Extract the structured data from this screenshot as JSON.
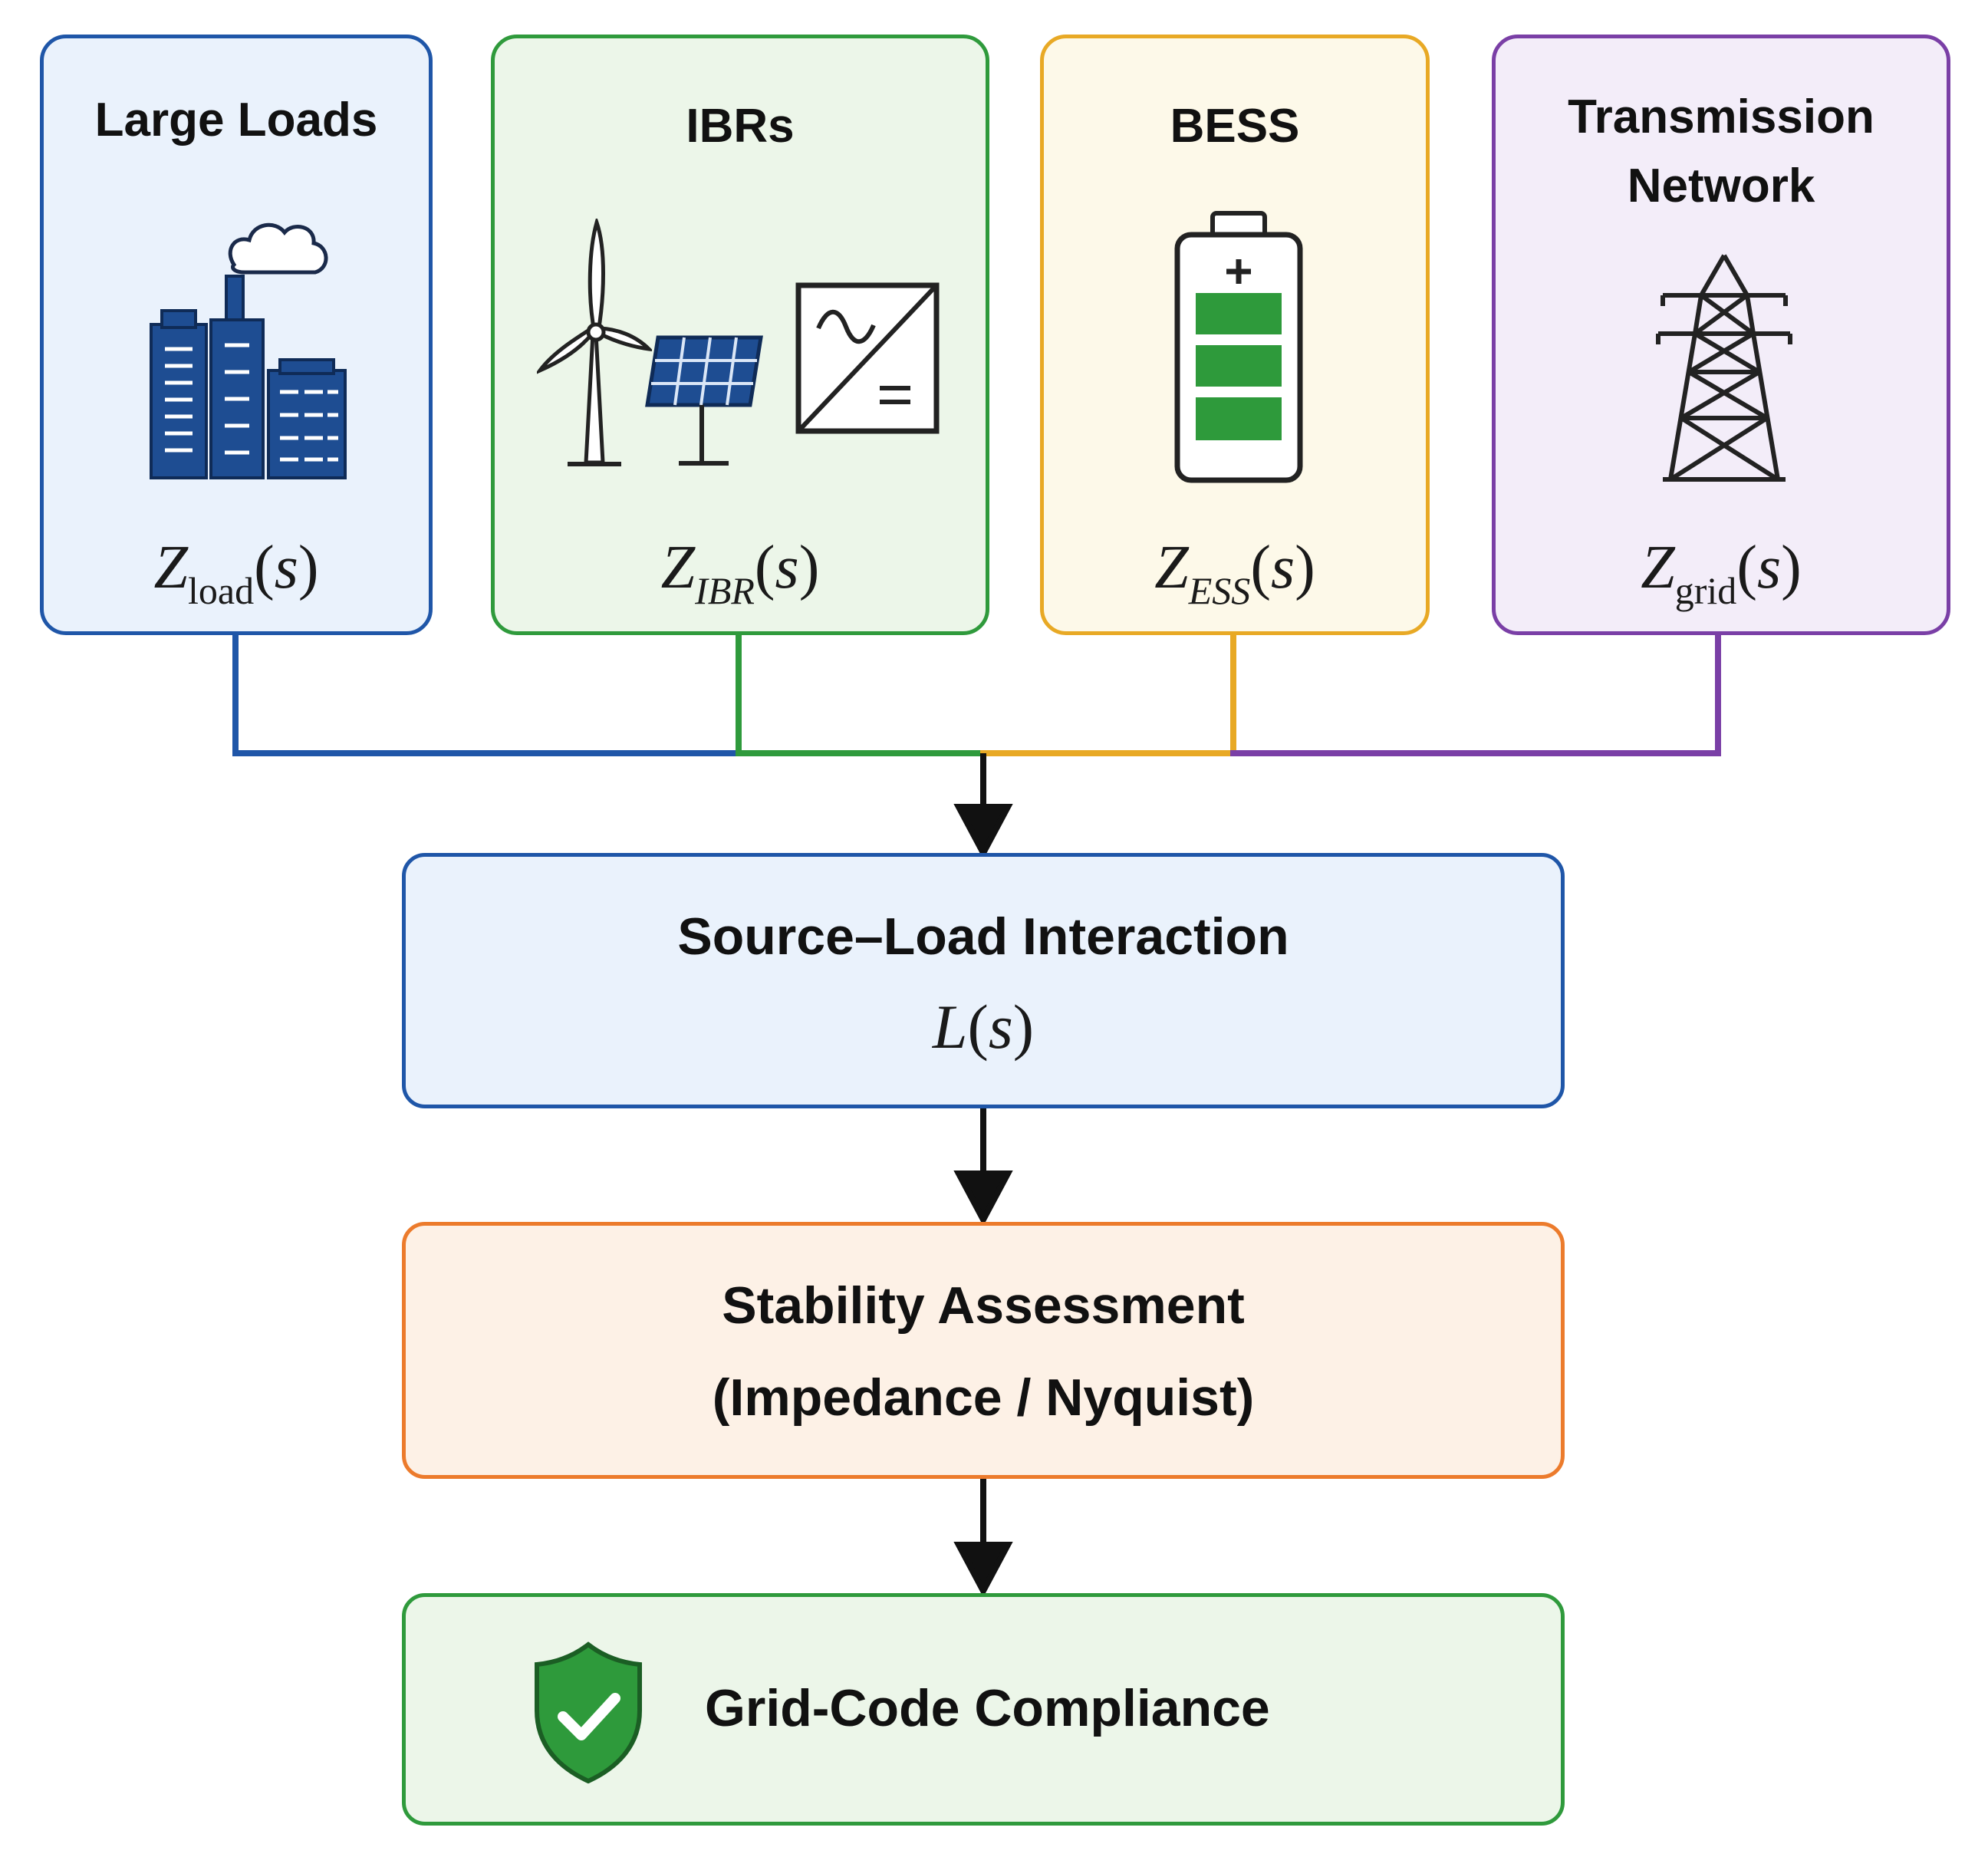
{
  "components": [
    {
      "id": "large-loads",
      "title_lines": [
        "Large Loads"
      ],
      "icon": "factory-icon",
      "symbol": "Z",
      "subscript": "load",
      "subscript_italic": false,
      "argument": "s",
      "border_color": "#1f56a8",
      "fill_color": "#eaf2fc"
    },
    {
      "id": "ibrs",
      "title_lines": [
        "IBRs"
      ],
      "icon": "wind-solar-inverter-icon",
      "symbol": "Z",
      "subscript": "IBR",
      "subscript_italic": true,
      "argument": "s",
      "border_color": "#2f9a3c",
      "fill_color": "#ecf6e9"
    },
    {
      "id": "bess",
      "title_lines": [
        "BESS"
      ],
      "icon": "battery-icon",
      "symbol": "Z",
      "subscript": "ESS",
      "subscript_italic": true,
      "argument": "s",
      "border_color": "#e8a925",
      "fill_color": "#fdf9e9"
    },
    {
      "id": "transmission-network",
      "title_lines": [
        "Transmission",
        "Network"
      ],
      "icon": "transmission-tower-icon",
      "symbol": "Z",
      "subscript": "grid",
      "subscript_italic": false,
      "argument": "s",
      "border_color": "#7a3fa6",
      "fill_color": "#f3edf9"
    }
  ],
  "source_load": {
    "title": "Source–Load Interaction",
    "symbol": "L",
    "argument": "s",
    "border_color": "#1f56a8",
    "fill_color": "#eaf2fc"
  },
  "stability": {
    "line1": "Stability Assessment",
    "line2": "(Impedance / Nyquist)",
    "border_color": "#ec7b2c",
    "fill_color": "#fdf1e6"
  },
  "compliance": {
    "title": "Grid-Code Compliance",
    "icon": "shield-check-icon",
    "border_color": "#2f9a3c",
    "fill_color": "#ecf6e9"
  },
  "colors": {
    "arrow": "#111111",
    "load_wire": "#1f56a8",
    "ibr_wire": "#2f9a3c",
    "bess_wire": "#e8a925",
    "grid_wire": "#7a3fa6"
  }
}
